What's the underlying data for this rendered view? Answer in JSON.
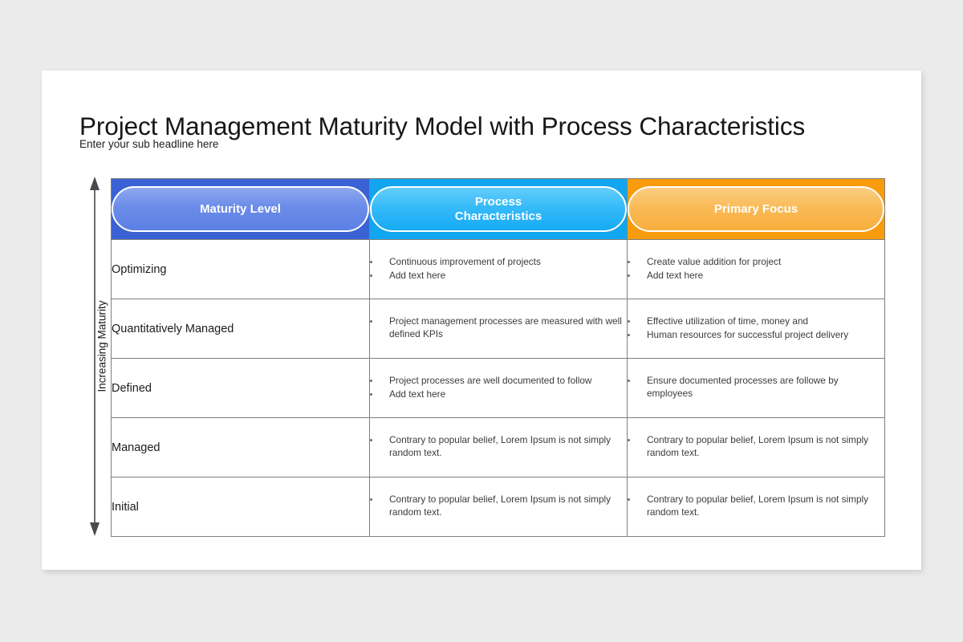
{
  "slide": {
    "title": "Project Management Maturity Model with Process Characteristics",
    "subtitle": "Enter your sub headline here"
  },
  "axis": {
    "label": "Increasing Maturity",
    "arrow_icon": "double-arrow-vertical-icon"
  },
  "table": {
    "headers": [
      {
        "label": "Maturity Level",
        "color": "#3a62d4"
      },
      {
        "label": "Process\nCharacteristics",
        "line1": "Process",
        "line2": "Characteristics",
        "color": "#11a6ef"
      },
      {
        "label": "Primary Focus",
        "color": "#f89b0c"
      }
    ],
    "rows": [
      {
        "level": "Optimizing",
        "process": [
          "Continuous improvement of projects",
          "Add text here"
        ],
        "focus": [
          "Create value addition for project",
          "Add text here"
        ]
      },
      {
        "level": "Quantitatively Managed",
        "process": [
          "Project management processes are measured with well defined KPIs"
        ],
        "focus": [
          "Effective utilization of time, money and",
          "Human resources for successful project delivery"
        ]
      },
      {
        "level": "Defined",
        "process": [
          "Project processes are well documented to follow",
          "Add text here"
        ],
        "focus": [
          "Ensure documented processes are followe by employees"
        ]
      },
      {
        "level": "Managed",
        "process": [
          "Contrary to popular belief, Lorem Ipsum is not simply random text."
        ],
        "focus": [
          "Contrary to popular belief, Lorem Ipsum is not simply random text."
        ]
      },
      {
        "level": "Initial",
        "process": [
          "Contrary to popular belief, Lorem Ipsum is not simply random text."
        ],
        "focus": [
          "Contrary to popular belief, Lorem Ipsum is not simply random text."
        ]
      }
    ]
  }
}
